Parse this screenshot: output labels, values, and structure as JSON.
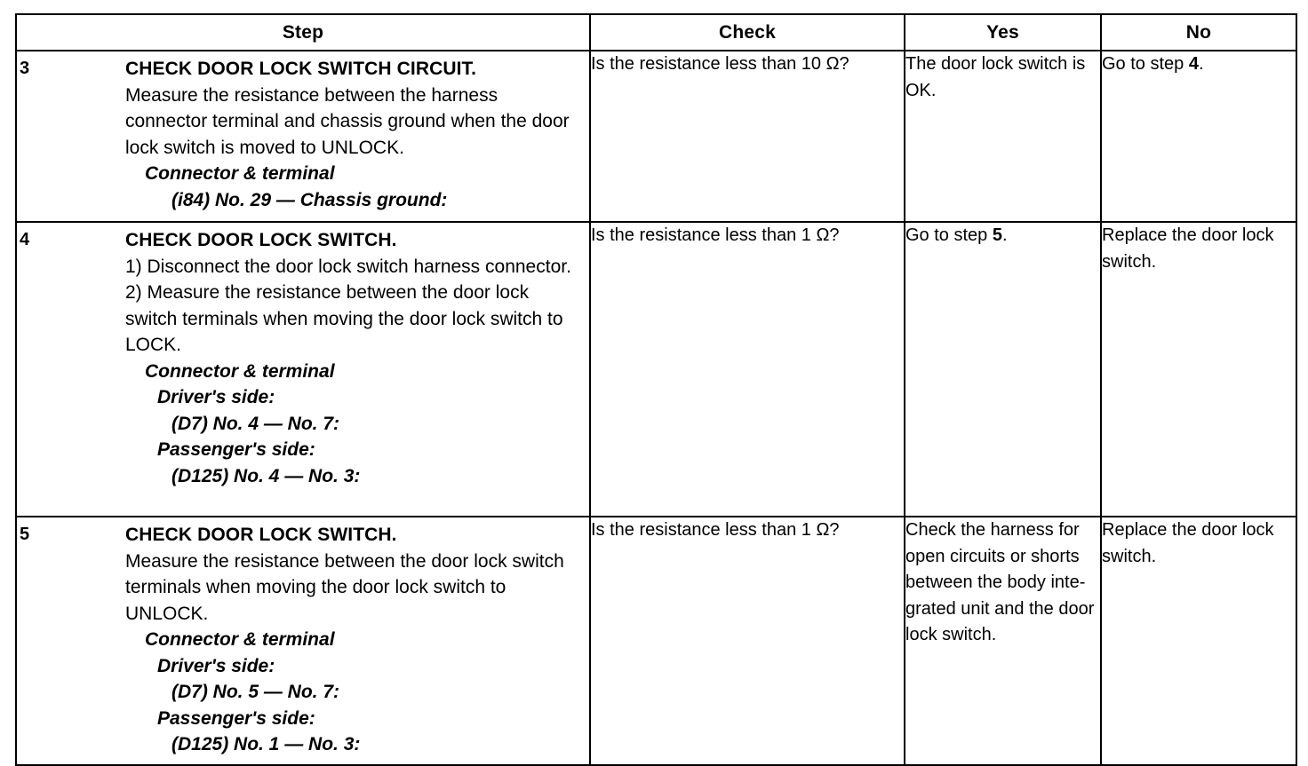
{
  "table": {
    "headers": [
      {
        "id": "step",
        "label": "Step"
      },
      {
        "id": "check",
        "label": "Check"
      },
      {
        "id": "yes",
        "label": "Yes"
      },
      {
        "id": "no",
        "label": "No"
      }
    ],
    "rows": [
      {
        "number": "3",
        "title": "CHECK DOOR LOCK SWITCH CIRCUIT.",
        "paragraphs": [
          "Measure the resistance between the harness connector terminal and chassis ground when the door lock switch is moved to UNLOCK."
        ],
        "connector_head": "Connector & terminal",
        "connector_lines": [
          {
            "indent": 2,
            "text": "(i84) No. 29 — Chassis ground:"
          }
        ],
        "check": "Is the resistance less than 10 Ω?",
        "yes": "The door lock switch is OK.",
        "yes_emphasis": "",
        "no_prefix": "Go to step ",
        "no_emphasis": "4",
        "no_suffix": "."
      },
      {
        "number": "4",
        "title": "CHECK DOOR LOCK SWITCH.",
        "paragraphs": [
          "1)  Disconnect the door lock switch harness connector.",
          "2)  Measure the resistance between the door lock switch terminals when moving the door lock switch to LOCK."
        ],
        "connector_head": "Connector & terminal",
        "connector_lines": [
          {
            "indent": 1,
            "text": "Driver's side:"
          },
          {
            "indent": 2,
            "text": "(D7) No. 4 — No. 7:"
          },
          {
            "indent": 1,
            "text": "Passenger's side:"
          },
          {
            "indent": 2,
            "text": "(D125) No. 4 — No. 3:"
          }
        ],
        "check": "Is the resistance less than 1 Ω?",
        "yes_prefix": "Go to step ",
        "yes_emphasis": "5",
        "yes_suffix": ".",
        "no": "Replace the door lock switch."
      },
      {
        "number": "5",
        "title": "CHECK DOOR LOCK SWITCH.",
        "paragraphs": [
          "Measure the resistance between the door lock switch terminals when moving the door lock switch to UNLOCK."
        ],
        "connector_head": "Connector & terminal",
        "connector_lines": [
          {
            "indent": 1,
            "text": "Driver's side:"
          },
          {
            "indent": 2,
            "text": "(D7) No. 5 — No. 7:"
          },
          {
            "indent": 1,
            "text": "Passenger's side:"
          },
          {
            "indent": 2,
            "text": "(D125) No. 1 — No. 3:"
          }
        ],
        "check": "Is the resistance less than 1 Ω?",
        "yes": "Check the harness for open circuits or shorts between the body inte-grated unit and the door lock switch.",
        "no": "Replace the door lock switch."
      }
    ]
  },
  "colors": {
    "border": "#000000",
    "text": "#000000",
    "background": "#ffffff"
  }
}
